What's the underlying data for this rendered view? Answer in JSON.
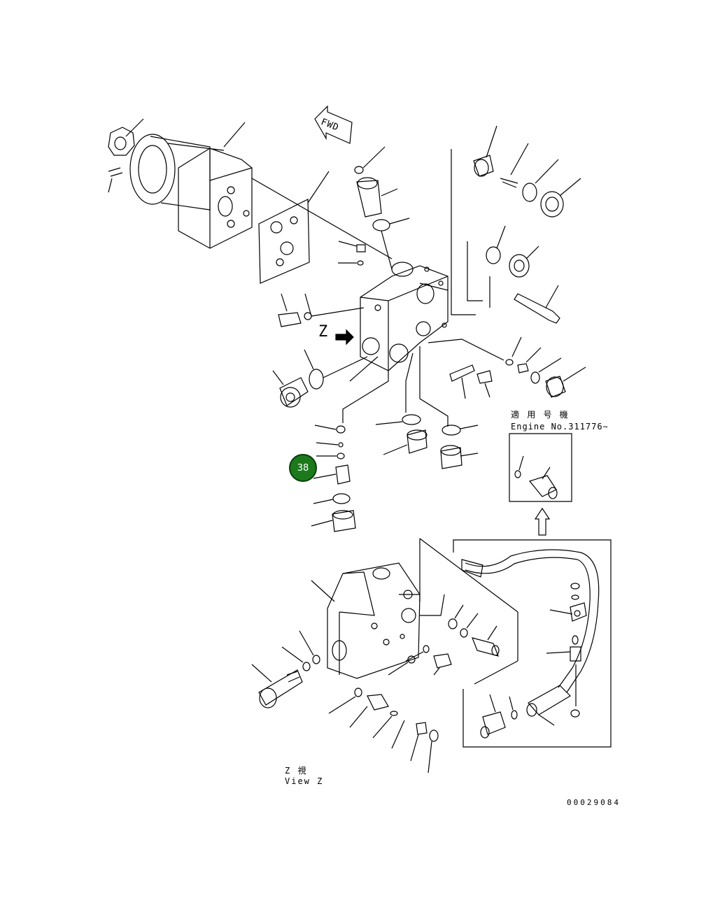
{
  "diagram": {
    "fwd_label": "FWD",
    "z_marker": "Z",
    "applicable_label": "適 用 号 機",
    "engine_label": "Engine No.311776∼",
    "view_z_jp": "Z  視",
    "view_z_en": "View Z",
    "drawing_number": "00029084",
    "callout": "38",
    "line_color": "#000000",
    "callout_color": "#1c7a1c"
  }
}
